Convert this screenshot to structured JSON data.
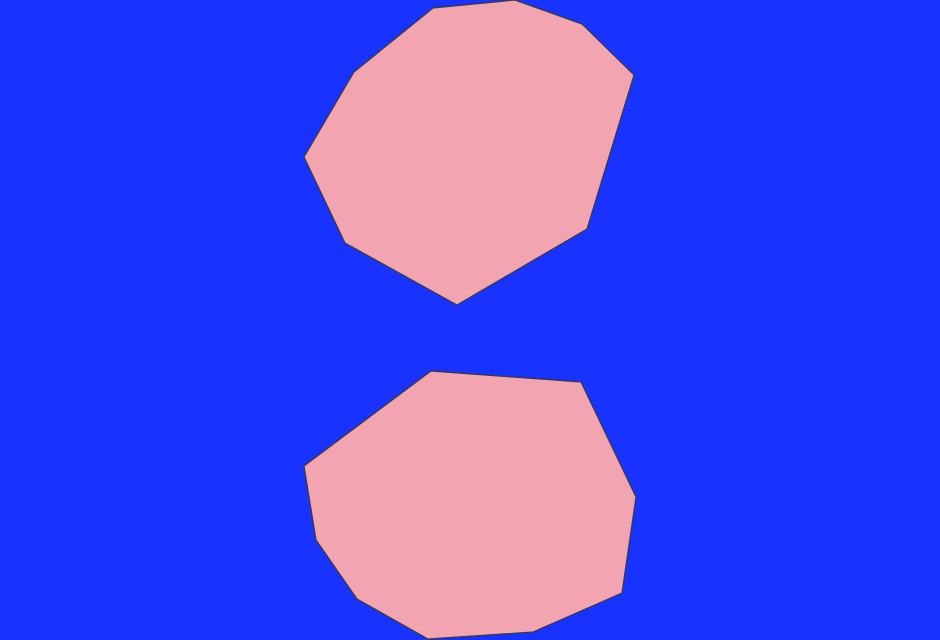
{
  "scene": {
    "background_color": "#1832FF",
    "shape_fill": "#F2A5B1",
    "shape_stroke": "#3A3A3A",
    "shapes": [
      {
        "kind": "irregular-polygon",
        "position": "top"
      },
      {
        "kind": "irregular-polygon",
        "position": "bottom"
      }
    ]
  }
}
